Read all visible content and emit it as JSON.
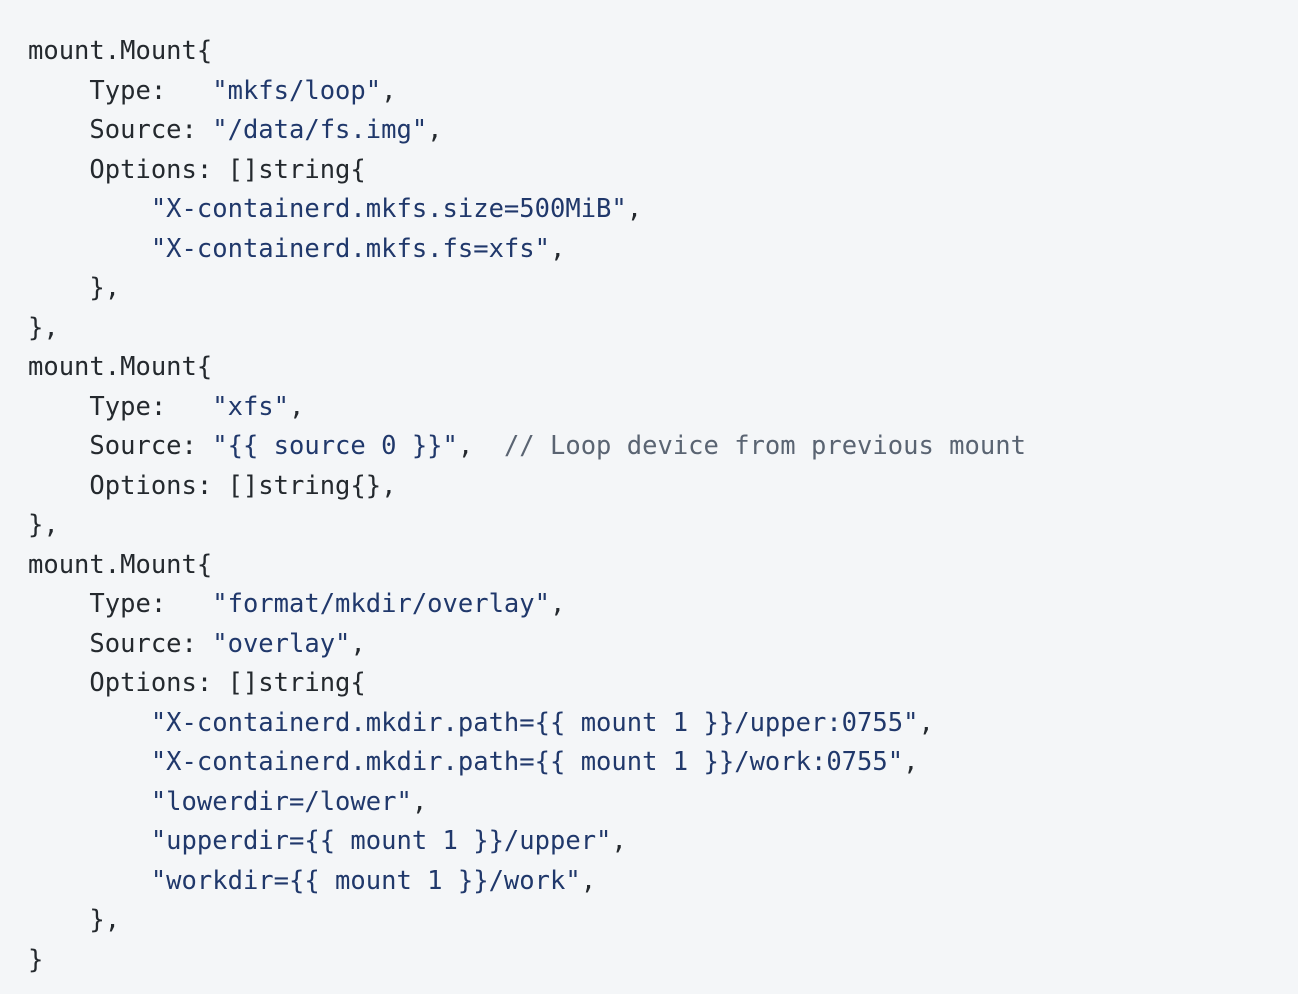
{
  "code_block": {
    "language": "go",
    "background_color": "#f4f6f8",
    "colors": {
      "plain": "#24292e",
      "string": "#20386b",
      "comment": "#5a6472"
    },
    "lines": [
      {
        "tokens": [
          {
            "type": "plain",
            "text": "mount.Mount{"
          }
        ]
      },
      {
        "tokens": [
          {
            "type": "plain",
            "text": "    Type:   "
          },
          {
            "type": "string",
            "text": "\"mkfs/loop\""
          },
          {
            "type": "plain",
            "text": ","
          }
        ]
      },
      {
        "tokens": [
          {
            "type": "plain",
            "text": "    Source: "
          },
          {
            "type": "string",
            "text": "\"/data/fs.img\""
          },
          {
            "type": "plain",
            "text": ","
          }
        ]
      },
      {
        "tokens": [
          {
            "type": "plain",
            "text": "    Options: []string{"
          }
        ]
      },
      {
        "tokens": [
          {
            "type": "plain",
            "text": "        "
          },
          {
            "type": "string",
            "text": "\"X-containerd.mkfs.size=500MiB\""
          },
          {
            "type": "plain",
            "text": ","
          }
        ]
      },
      {
        "tokens": [
          {
            "type": "plain",
            "text": "        "
          },
          {
            "type": "string",
            "text": "\"X-containerd.mkfs.fs=xfs\""
          },
          {
            "type": "plain",
            "text": ","
          }
        ]
      },
      {
        "tokens": [
          {
            "type": "plain",
            "text": "    },"
          }
        ]
      },
      {
        "tokens": [
          {
            "type": "plain",
            "text": "},"
          }
        ]
      },
      {
        "tokens": [
          {
            "type": "plain",
            "text": "mount.Mount{"
          }
        ]
      },
      {
        "tokens": [
          {
            "type": "plain",
            "text": "    Type:   "
          },
          {
            "type": "string",
            "text": "\"xfs\""
          },
          {
            "type": "plain",
            "text": ","
          }
        ]
      },
      {
        "tokens": [
          {
            "type": "plain",
            "text": "    Source: "
          },
          {
            "type": "string",
            "text": "\"{{ source 0 }}\""
          },
          {
            "type": "plain",
            "text": ",  "
          },
          {
            "type": "comment",
            "text": "// Loop device from previous mount"
          }
        ]
      },
      {
        "tokens": [
          {
            "type": "plain",
            "text": "    Options: []string{},"
          }
        ]
      },
      {
        "tokens": [
          {
            "type": "plain",
            "text": "},"
          }
        ]
      },
      {
        "tokens": [
          {
            "type": "plain",
            "text": "mount.Mount{"
          }
        ]
      },
      {
        "tokens": [
          {
            "type": "plain",
            "text": "    Type:   "
          },
          {
            "type": "string",
            "text": "\"format/mkdir/overlay\""
          },
          {
            "type": "plain",
            "text": ","
          }
        ]
      },
      {
        "tokens": [
          {
            "type": "plain",
            "text": "    Source: "
          },
          {
            "type": "string",
            "text": "\"overlay\""
          },
          {
            "type": "plain",
            "text": ","
          }
        ]
      },
      {
        "tokens": [
          {
            "type": "plain",
            "text": "    Options: []string{"
          }
        ]
      },
      {
        "tokens": [
          {
            "type": "plain",
            "text": "        "
          },
          {
            "type": "string",
            "text": "\"X-containerd.mkdir.path={{ mount 1 }}/upper:0755\""
          },
          {
            "type": "plain",
            "text": ","
          }
        ]
      },
      {
        "tokens": [
          {
            "type": "plain",
            "text": "        "
          },
          {
            "type": "string",
            "text": "\"X-containerd.mkdir.path={{ mount 1 }}/work:0755\""
          },
          {
            "type": "plain",
            "text": ","
          }
        ]
      },
      {
        "tokens": [
          {
            "type": "plain",
            "text": "        "
          },
          {
            "type": "string",
            "text": "\"lowerdir=/lower\""
          },
          {
            "type": "plain",
            "text": ","
          }
        ]
      },
      {
        "tokens": [
          {
            "type": "plain",
            "text": "        "
          },
          {
            "type": "string",
            "text": "\"upperdir={{ mount 1 }}/upper\""
          },
          {
            "type": "plain",
            "text": ","
          }
        ]
      },
      {
        "tokens": [
          {
            "type": "plain",
            "text": "        "
          },
          {
            "type": "string",
            "text": "\"workdir={{ mount 1 }}/work\""
          },
          {
            "type": "plain",
            "text": ","
          }
        ]
      },
      {
        "tokens": [
          {
            "type": "plain",
            "text": "    },"
          }
        ]
      },
      {
        "tokens": [
          {
            "type": "plain",
            "text": "}"
          }
        ]
      }
    ]
  }
}
